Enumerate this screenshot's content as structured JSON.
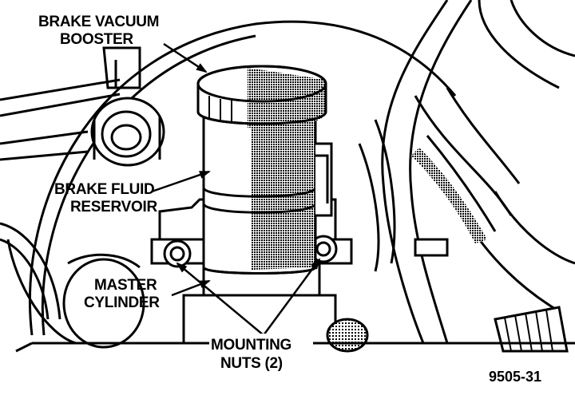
{
  "labels": {
    "booster_line1": "BRAKE VACUUM",
    "booster_line2": "BOOSTER",
    "reservoir_line1": "BRAKE FLUID",
    "reservoir_line2": "RESERVOIR",
    "master_line1": "MASTER",
    "master_line2": "CYLINDER",
    "nuts_line1": "MOUNTING",
    "nuts_line2": "NUTS (2)"
  },
  "figure_number": "9505-31",
  "colors": {
    "ink": "#000000",
    "paper": "#ffffff"
  }
}
